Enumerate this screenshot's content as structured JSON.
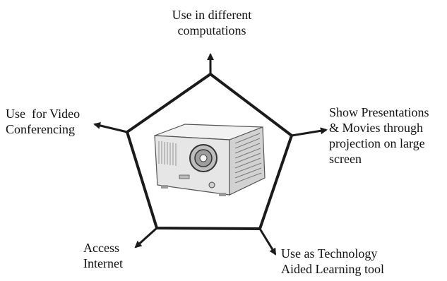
{
  "diagram": {
    "center_image": "projector",
    "outputs": [
      {
        "id": "top",
        "lines": [
          "Use in different",
          "computations"
        ]
      },
      {
        "id": "left",
        "lines": [
          "Use  for Video",
          "Conferencing"
        ]
      },
      {
        "id": "right",
        "lines": [
          "Show Presentations",
          "& Movies through",
          "projection on large",
          "screen"
        ]
      },
      {
        "id": "bottom-left",
        "lines": [
          "Access",
          "Internet"
        ]
      },
      {
        "id": "bottom-right",
        "lines": [
          "Use as Technology",
          "Aided Learning tool"
        ]
      }
    ],
    "colors": {
      "stroke": "#1a1a1a",
      "text": "#111111",
      "projector_body": "#e8e8e8",
      "projector_shade": "#bdbdbd"
    }
  }
}
